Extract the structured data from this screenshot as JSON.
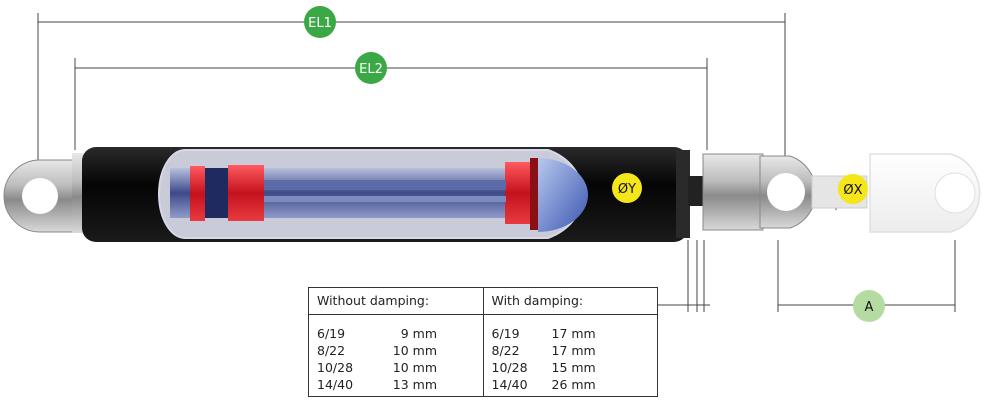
{
  "dimensions": {
    "el1": "EL1",
    "el2": "EL2",
    "oy": "ØY",
    "ox": "ØX",
    "a": "A"
  },
  "colors": {
    "badge_green": "#3aa845",
    "badge_light_green": "#b5dca0",
    "badge_yellow": "#f5e61a",
    "damper_red": "#d8202a",
    "body_black": "#111111"
  },
  "table": {
    "without": {
      "header": "Without damping:",
      "rows": [
        {
          "size": "6/19",
          "value": "9 mm"
        },
        {
          "size": "8/22",
          "value": "10 mm"
        },
        {
          "size": "10/28",
          "value": "10 mm"
        },
        {
          "size": "14/40",
          "value": "13 mm"
        }
      ]
    },
    "with": {
      "header": "With damping:",
      "rows": [
        {
          "size": "6/19",
          "value": "17 mm"
        },
        {
          "size": "8/22",
          "value": "17 mm"
        },
        {
          "size": "10/28",
          "value": "15 mm"
        },
        {
          "size": "14/40",
          "value": "26 mm"
        }
      ]
    }
  }
}
